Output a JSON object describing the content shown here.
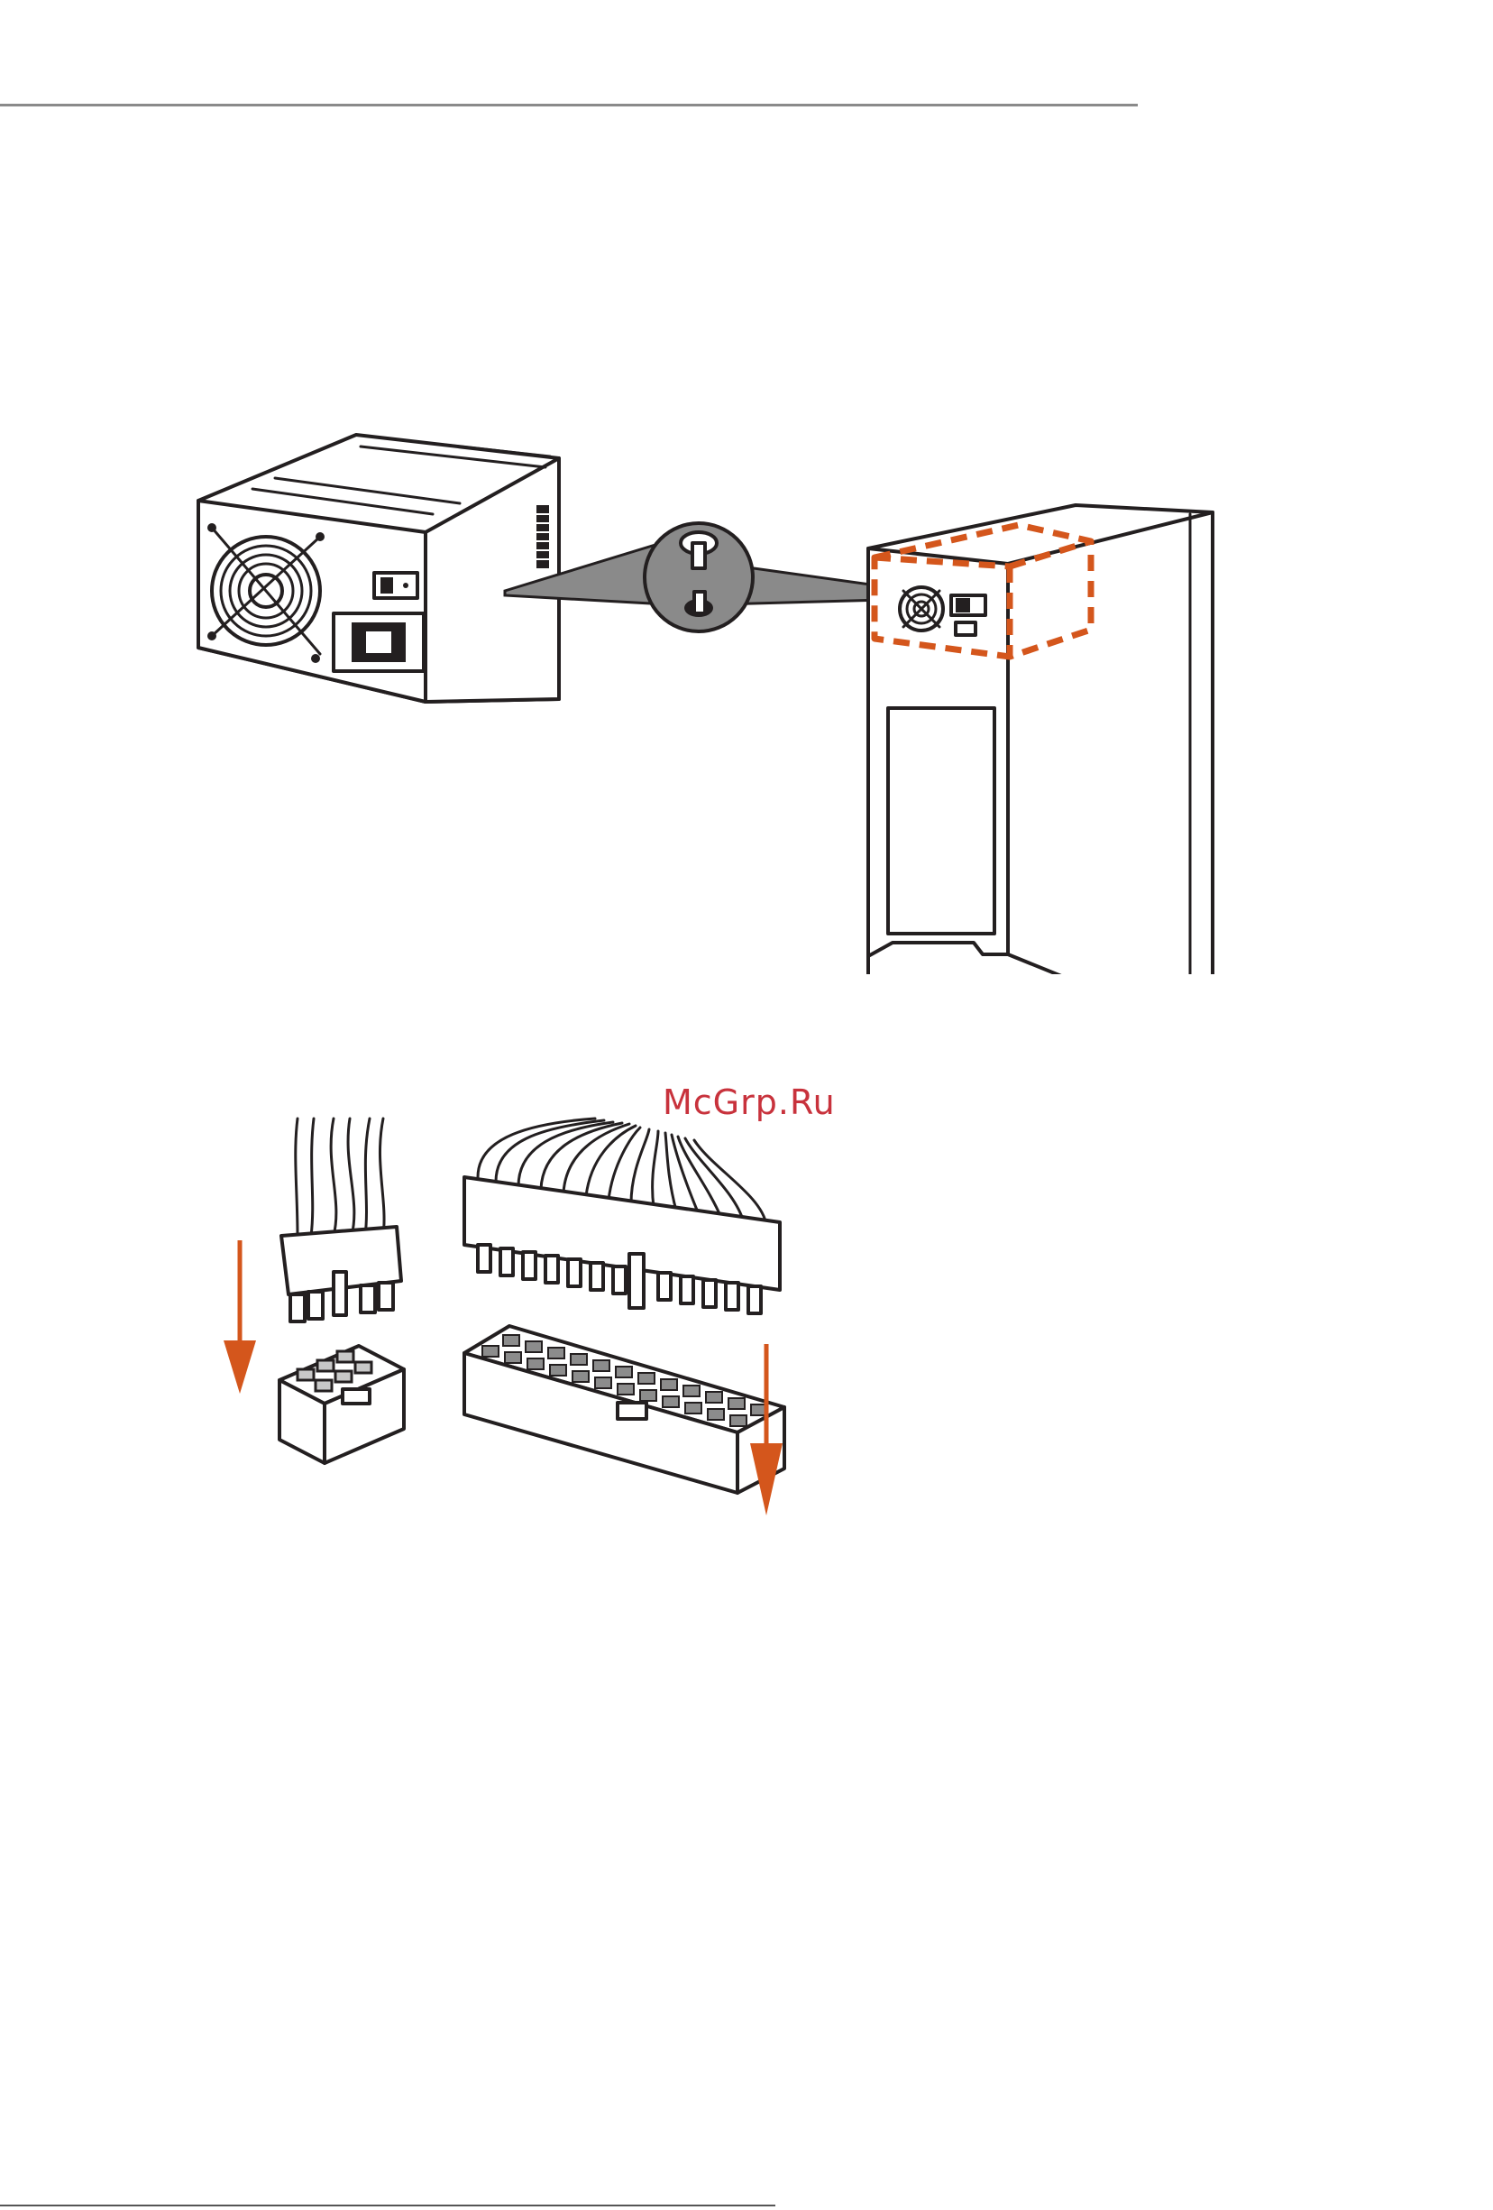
{
  "page": {
    "watermark": "McGrp.Ru"
  },
  "colors": {
    "accent": "#d4561c",
    "watermark": "#c8323c",
    "line": "#231f20",
    "pin_grey": "#8c8c8c"
  },
  "icons": {
    "psu": "power-supply-unit",
    "case": "pc-tower-case",
    "screw": "mounting-screw",
    "atx_small": "8-pin-power-connector",
    "atx_large": "24-pin-power-connector",
    "arrow": "arrow-down"
  }
}
